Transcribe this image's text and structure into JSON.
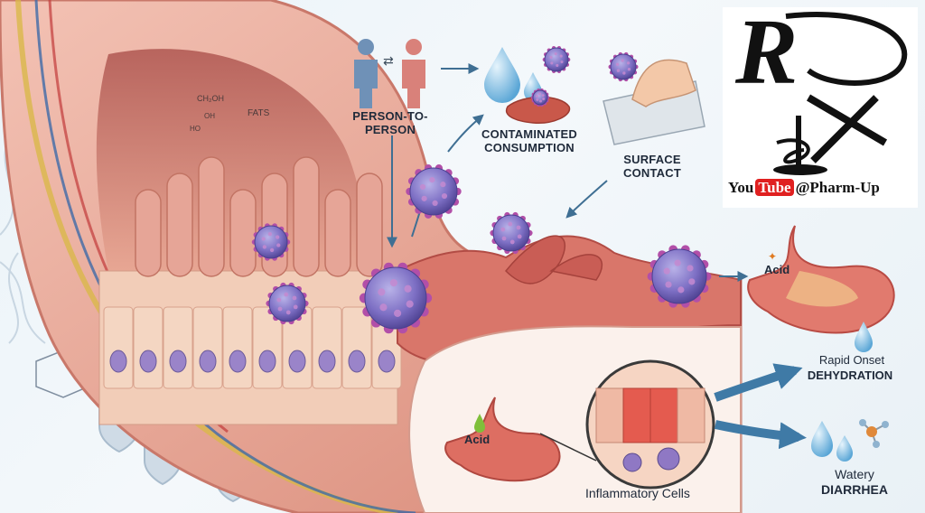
{
  "transmission": {
    "person_to_person": "PERSON-TO-\nPERSON",
    "contaminated_consumption": "CONTAMINATED\nCONSUMPTION",
    "surface_contact": "SURFACE\nCONTACT"
  },
  "chemistry": {
    "fats": "FATS",
    "formula_top": "CH₂OH",
    "formula_oh": "OH",
    "formula_ho": "HO"
  },
  "stomach_upper": {
    "acid": "Acid"
  },
  "stomach_lower": {
    "acid": "Acid"
  },
  "outcomes": {
    "rapid_onset": "Rapid Onset",
    "dehydration": "DEHYDRATION",
    "watery": "Watery",
    "diarrhea": "DIARRHEA"
  },
  "inflammation": {
    "label": "Inflammatory Cells"
  },
  "brand": {
    "rx": "R",
    "youtube_you": "You",
    "youtube_tube": "Tube",
    "handle": "@Pharm-Up"
  },
  "colors": {
    "virus": "#7d6fc4",
    "virus_spike": "#b24fa8",
    "tissue": "#e8a090",
    "villi": "#e39c8f",
    "cell_nucleus": "#9a84c9",
    "arrow": "#3f6f93",
    "water": "#7ab8e0",
    "background": "#eaf3f8"
  }
}
